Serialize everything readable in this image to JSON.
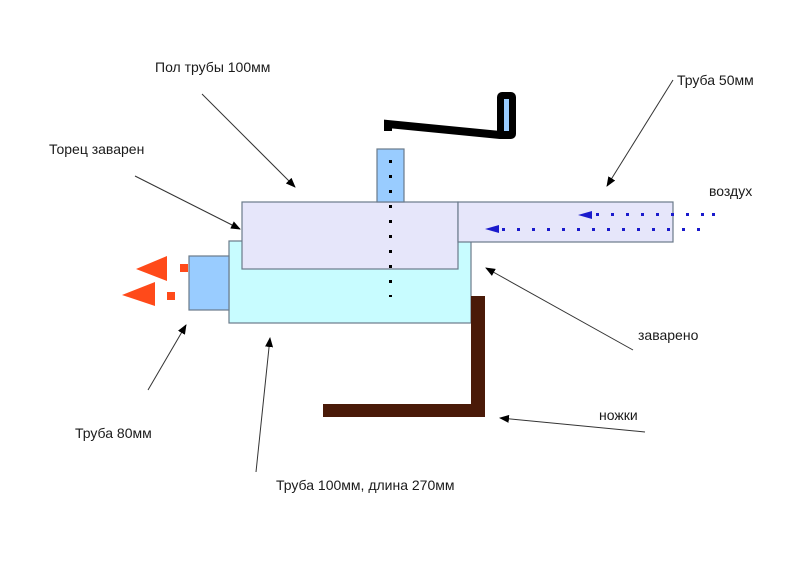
{
  "labels": {
    "half_pipe": "Пол трубы 100мм",
    "end_welded": "Торец заварен",
    "pipe_50": "Труба 50мм",
    "air": "воздух",
    "welded": "заварено",
    "legs": "ножки",
    "pipe_80": "Труба 80мм",
    "pipe_100": "Труба 100мм, длина 270мм"
  },
  "colors": {
    "half_pipe_fill": "#e6e6fa",
    "main_pipe_fill": "#c8fcff",
    "pipe_blue_fill": "#99ccff",
    "outline": "#6a7a8a",
    "legs": "#4a1a08",
    "flame": "#ff4a1a",
    "air_arrow": "#1a1acc",
    "handle": "#000000",
    "text": "#1a1a1a"
  }
}
